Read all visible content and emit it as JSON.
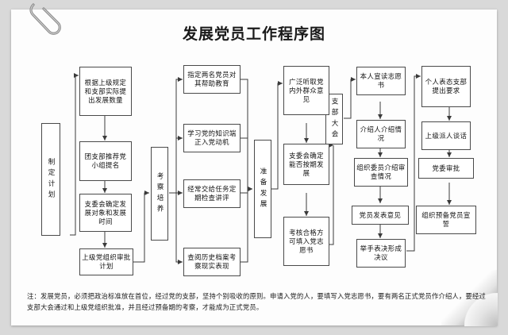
{
  "document": {
    "title": "发展党员工作程序图",
    "paperclip_icon": "paperclip-icon"
  },
  "stages": {
    "plan": "制定计划",
    "train": "考察培养",
    "prepare": "准备发展",
    "branch_meeting": "支部大会"
  },
  "nodes": {
    "quota": "根据上级规定和支部实际提出发展数量",
    "recommend": "团支部推荐党小组提名",
    "committee": "支委会确定发展对象和发展时间",
    "approve_plan": "上级党组织审批计划",
    "two_members": "指定两名党员对其帮助教育",
    "study": "学习党的知识端正入党动机",
    "tasks": "经常交给任务定期检查讲评",
    "archives": "查阅历史档案考察现实表现",
    "opinions": "广泛听取党内外群众意见",
    "decide_dev": "支委会确定能否按期发展",
    "qualified": "考核合格方可填入党志愿书",
    "read_vow": "本人宣读志愿书",
    "introducer": "介绍人介绍情况",
    "org_member": "组织委员介绍审查情况",
    "member_views": "党员发表意见",
    "vote": "举手表决形成决议",
    "personal": "个人表态支部提出要求",
    "superior": "上级派人谈话",
    "party_appr": "党委审批",
    "oath": "组织预备党员宣誓"
  },
  "note": "注：发展党员，必须把政治标准放在首位，经过党的支部，坚持个别吸收的原则。申请入党的人，要填写入党志愿书，要有两名正式党员作介绍人，要经过支部大会通过和上级党组织批准，并且经过预备期的考察，才能成为正式党员。",
  "colors": {
    "page_background": "#d9d9d9",
    "card": "#fdfdfd",
    "box_border": "#4a4a4a",
    "line": "#3a3a3a",
    "text": "#111111"
  }
}
